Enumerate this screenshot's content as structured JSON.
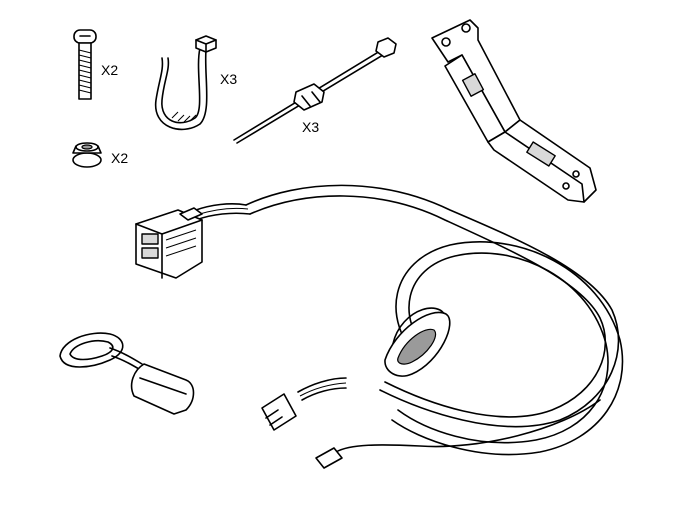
{
  "labels": {
    "bolts_qty": "X2",
    "nuts_qty": "X2",
    "looped_ties_qty": "X3",
    "straight_ties_qty": "X3"
  }
}
